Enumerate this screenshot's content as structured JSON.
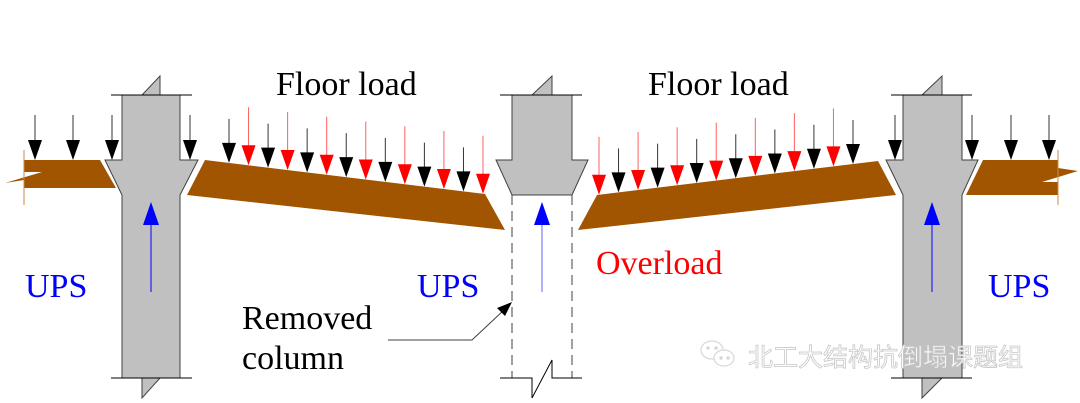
{
  "labels": {
    "floor_load_left": "Floor load",
    "floor_load_right": "Floor load",
    "ups_left": "UPS",
    "ups_middle": "UPS",
    "ups_right": "UPS",
    "overload": "Overload",
    "removed_column_line1": "Removed",
    "removed_column_line2": "column"
  },
  "watermark": {
    "text": "北工大结构抗倒塌课题组",
    "icon": "wechat-icon"
  },
  "colors": {
    "beam": "#A25500",
    "column": "#C0C0C0",
    "column_outline": "#404040",
    "dead_load_arrow": "#000000",
    "overload_arrow": "#FF0000",
    "ups_arrow": "#0000FF",
    "ups_text": "#0000FF",
    "overload_text": "#FF0000",
    "text": "#000000",
    "watermark": "#FFFFFF"
  },
  "load_pattern": {
    "left_span": [
      "dead",
      "over",
      "dead",
      "over",
      "dead",
      "over",
      "dead",
      "over",
      "dead",
      "over",
      "dead",
      "over",
      "dead",
      "over"
    ],
    "right_span": [
      "over",
      "dead",
      "over",
      "dead",
      "over",
      "dead",
      "over",
      "dead",
      "over",
      "dead",
      "over",
      "dead",
      "over",
      "dead"
    ]
  }
}
